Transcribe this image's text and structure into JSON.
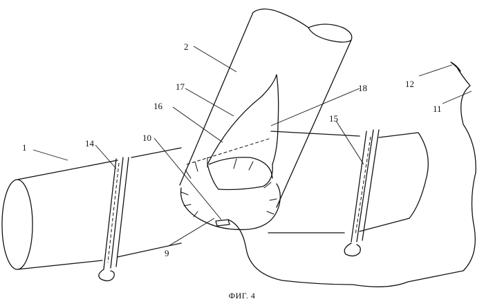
{
  "figure": {
    "caption": "ФИГ. 4",
    "labels": {
      "l1": "1",
      "l2": "2",
      "l9": "9",
      "l10": "10",
      "l11": "11",
      "l12": "12",
      "l14": "14",
      "l15": "15",
      "l16": "16",
      "l17": "17",
      "l18": "18"
    }
  }
}
